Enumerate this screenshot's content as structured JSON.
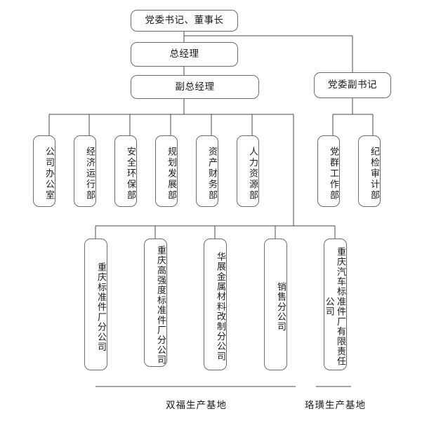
{
  "diagram": {
    "title_top": "党委书记、董事长",
    "nodes": {
      "chairman": "党委书记、董事长",
      "general_manager": "总经理",
      "deputy_general_manager": "副总经理",
      "deputy_party_secretary": "党委副书记"
    },
    "departments": [
      {
        "label": "公司办公室"
      },
      {
        "label": "经济运行部"
      },
      {
        "label": "安全环保部"
      },
      {
        "label": "规划发展部"
      },
      {
        "label": "资产财务部"
      },
      {
        "label": "人力资源部"
      }
    ],
    "party_departments": [
      {
        "label": "党群工作部"
      },
      {
        "label": "纪检审计部"
      }
    ],
    "subsidiaries": [
      {
        "label": "重庆标准件厂分公司"
      },
      {
        "label": "重庆高强度标准件厂分公司"
      },
      {
        "label": "华展金属材料改制分公司"
      },
      {
        "label": "销售分公司"
      },
      {
        "label": "重庆汽车标准件厂有限责任公司"
      }
    ],
    "base_labels": [
      {
        "label": "双福生产基地"
      },
      {
        "label": "珞璜生产基地"
      }
    ],
    "colors": {
      "box_border": "#6b6b6b",
      "line": "#4a4a4a",
      "text": "#1a1a1a",
      "background": "#ffffff"
    }
  }
}
